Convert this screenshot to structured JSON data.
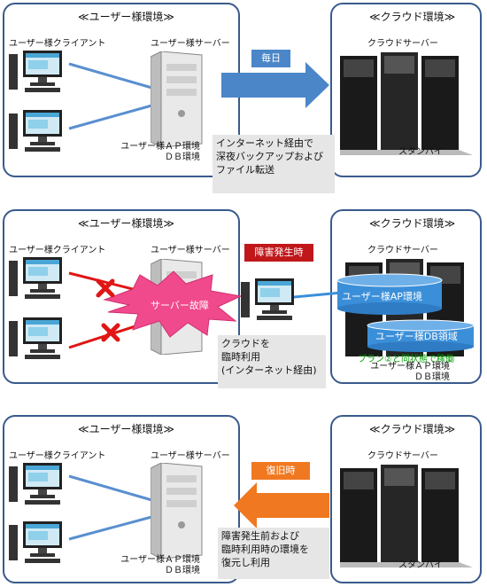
{
  "section1": {
    "user_env_title": "≪ユーザー様環境≫",
    "cloud_env_title": "≪クラウド環境≫",
    "client_label": "ユーザー様クライアント",
    "server_label": "ユーザー様サーバー",
    "cloud_server_label": "クラウドサーバー",
    "arrow_label": "毎日",
    "ap_env_label": "ユーザー様ＡＰ環境",
    "db_env_label": "ＤＢ環境",
    "standby_label": "スタンバイ",
    "note_line1": "インターネット経由で",
    "note_line2": "深夜バックアップおよび",
    "note_line3": "ファイル転送"
  },
  "section2": {
    "user_env_title": "≪ユーザー様環境≫",
    "cloud_env_title": "≪クラウド環境≫",
    "client_label": "ユーザー様クライアント",
    "server_label": "ユーザー様サーバー",
    "cloud_server_label": "クラウドサーバー",
    "failure_tag": "障害発生時",
    "server_failure_label": "サーバー故障",
    "ap_env_cyl": "ユーザー様AP環境",
    "db_area_cyl": "ユーザー様DB領域",
    "plan_note": "プラン②と同状態で稼働",
    "ap_env_label": "ユーザー様ＡＰ環境",
    "db_env_label": "ＤＢ環境",
    "note_line1": "クラウドを",
    "note_line2": "臨時利用",
    "note_line3": "(インターネット経由)"
  },
  "section3": {
    "user_env_title": "≪ユーザー様環境≫",
    "cloud_env_title": "≪クラウド環境≫",
    "client_label": "ユーザー様クライアント",
    "server_label": "ユーザー様サーバー",
    "cloud_server_label": "クラウドサーバー",
    "arrow_label": "復旧時",
    "ap_env_label": "ユーザー様ＡＰ環境",
    "db_env_label": "ＤＢ環境",
    "standby_label": "スタンバイ",
    "note_line1": "障害発生前および",
    "note_line2": "臨時利用時の環境を",
    "note_line3": "復元し利用"
  },
  "colors": {
    "panel_border": "#3a5a8c",
    "blue_arrow": "#4a86c8",
    "orange_arrow": "#f07820",
    "failure_red": "#c0181a",
    "burst_pink": "#f04a8c",
    "cylinder_blue": "#3b8fd9",
    "plan_green": "#00a000"
  }
}
